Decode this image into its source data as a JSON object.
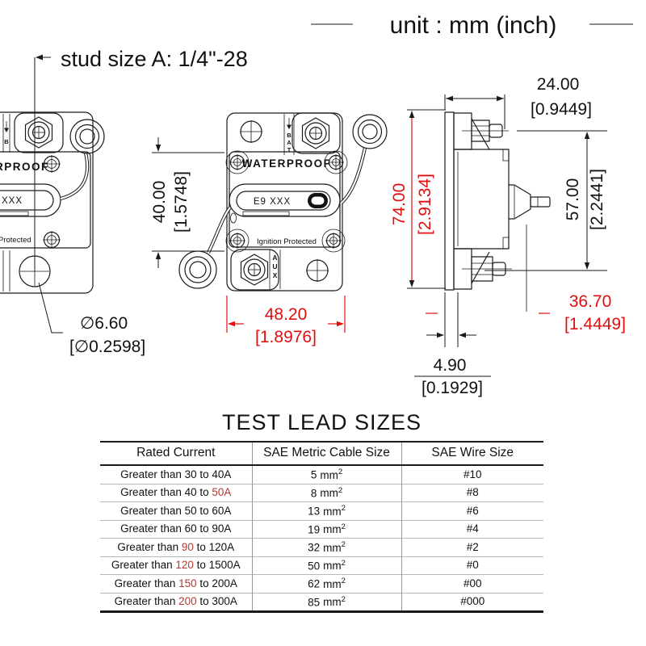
{
  "header": {
    "unit_label": "unit : mm (inch)",
    "stud_note": "stud size A: 1/4\"-28"
  },
  "colors": {
    "line": "#1a1a1a",
    "dimension_red": "#e01010",
    "table_red": "#b03a35"
  },
  "device_labels": {
    "waterproof": "WATERPROOF",
    "model": "E9 XXX",
    "ignition": "Ignition Protected",
    "left_partial_waterproof": "RPROOF",
    "left_partial_model": "XXX",
    "left_partial_ignition": "Protected",
    "bat_letters": [
      "B",
      "A",
      "T"
    ],
    "aux_letters": [
      "A",
      "U",
      "X"
    ],
    "left_bat_letter": "B"
  },
  "dimensions": {
    "front_height": {
      "mm": "40.00",
      "inch": "[1.5748]"
    },
    "front_width": {
      "mm": "48.20",
      "inch": "[1.8976]"
    },
    "mount_hole": {
      "mm": "∅6.60",
      "inch": "[∅0.2598]"
    },
    "body_depth": {
      "mm": "24.00",
      "inch": "[0.9449]"
    },
    "side_height": {
      "mm": "74.00",
      "inch": "[2.9134]"
    },
    "body_height": {
      "mm": "57.00",
      "inch": "[2.2441]"
    },
    "total_depth": {
      "mm": "36.70",
      "inch": "[1.4449]"
    },
    "bracket_thickness": {
      "mm": "4.90",
      "inch": "[0.1929]"
    }
  },
  "table": {
    "title": "TEST LEAD SIZES",
    "headers": [
      "Rated Current",
      "SAE Metric Cable Size",
      "SAE Wire Size"
    ],
    "unit": "mm",
    "sup": "2",
    "rows": [
      {
        "pre": "Greater than 30 to 40A",
        "red": "",
        "post": "",
        "cable": "5",
        "wire": "#10"
      },
      {
        "pre": "Greater than 40 to ",
        "red": "50A",
        "post": "",
        "cable": "8",
        "wire": "#8"
      },
      {
        "pre": "Greater than 50 to 60A",
        "red": "",
        "post": "",
        "cable": "13",
        "wire": "#6"
      },
      {
        "pre": "Greater than 60 to 90A",
        "red": "",
        "post": "",
        "cable": "19",
        "wire": "#4"
      },
      {
        "pre": "Greater than ",
        "red": "90",
        "post": " to 120A",
        "cable": "32",
        "wire": "#2"
      },
      {
        "pre": "Greater than ",
        "red": "120",
        "post": " to 1500A",
        "cable": "50",
        "wire": "#0"
      },
      {
        "pre": "Greater than ",
        "red": "150",
        "post": " to 200A",
        "cable": "62",
        "wire": "#00"
      },
      {
        "pre": "Greater than ",
        "red": "200",
        "post": " to 300A",
        "cable": "85",
        "wire": "#000"
      }
    ]
  }
}
